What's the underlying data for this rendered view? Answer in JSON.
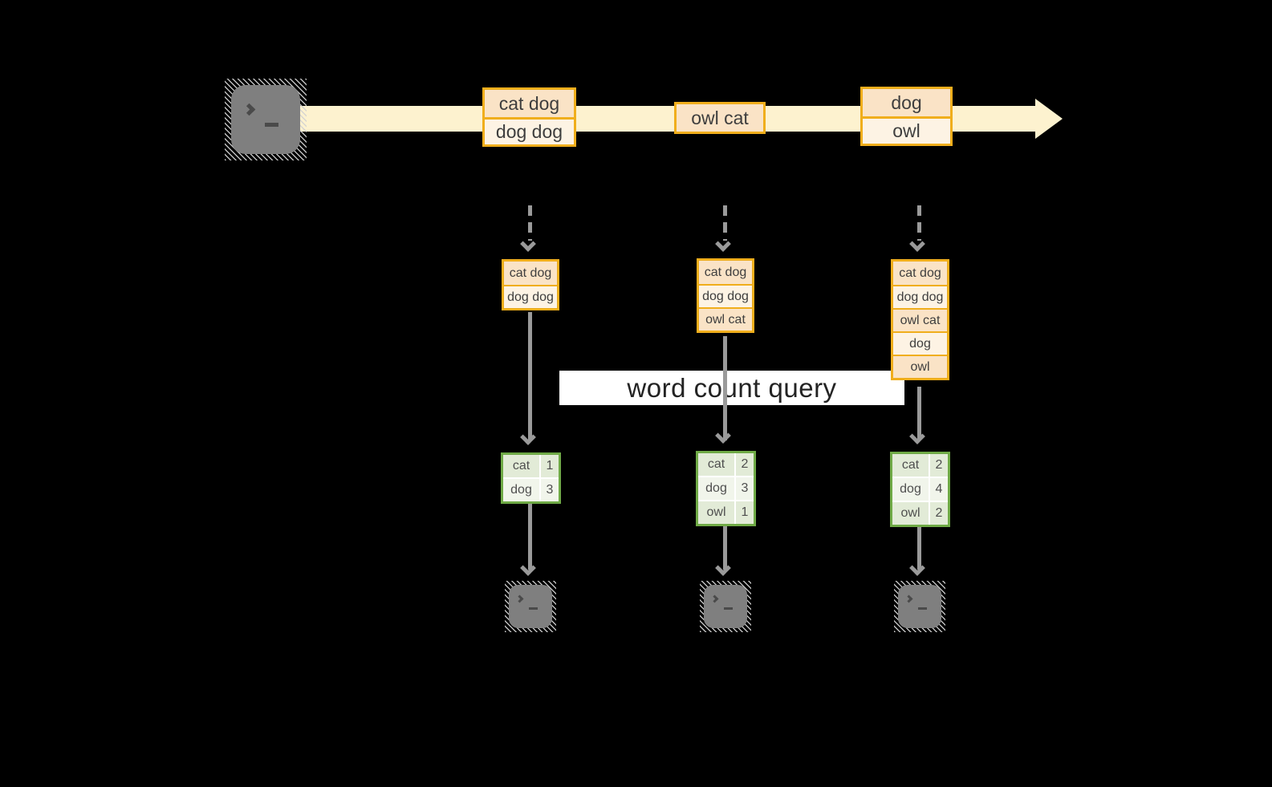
{
  "title_banner": {
    "label": "word count query"
  },
  "stream": {
    "batches": [
      {
        "rows": [
          "cat dog",
          "dog dog"
        ]
      },
      {
        "rows": [
          "owl cat"
        ]
      },
      {
        "rows": [
          "dog",
          "owl"
        ]
      }
    ]
  },
  "micro_batches": [
    {
      "rows": [
        "cat dog",
        "dog dog"
      ]
    },
    {
      "rows": [
        "cat dog",
        "dog dog",
        "owl cat"
      ]
    },
    {
      "rows": [
        "cat dog",
        "dog dog",
        "owl cat",
        "dog",
        "owl"
      ]
    }
  ],
  "result_tables": [
    {
      "rows": [
        {
          "word": "cat",
          "count": "1"
        },
        {
          "word": "dog",
          "count": "3"
        }
      ]
    },
    {
      "rows": [
        {
          "word": "cat",
          "count": "2"
        },
        {
          "word": "dog",
          "count": "3"
        },
        {
          "word": "owl",
          "count": "1"
        }
      ]
    },
    {
      "rows": [
        {
          "word": "cat",
          "count": "2"
        },
        {
          "word": "dog",
          "count": "4"
        },
        {
          "word": "owl",
          "count": "2"
        }
      ]
    }
  ],
  "colors": {
    "stream_band": "#fdf2cf",
    "box_border": "#f0ae1c",
    "cell_peach": "#fae3c6",
    "cell_cream": "#fdf3e4",
    "table_border": "#6faa46",
    "table_cell_dark": "#e2ebd7",
    "table_cell_light": "#f1f5eb",
    "arrow_gray": "#9a9a9a",
    "terminal_fill": "#7f7f7f",
    "background": "#000000"
  }
}
